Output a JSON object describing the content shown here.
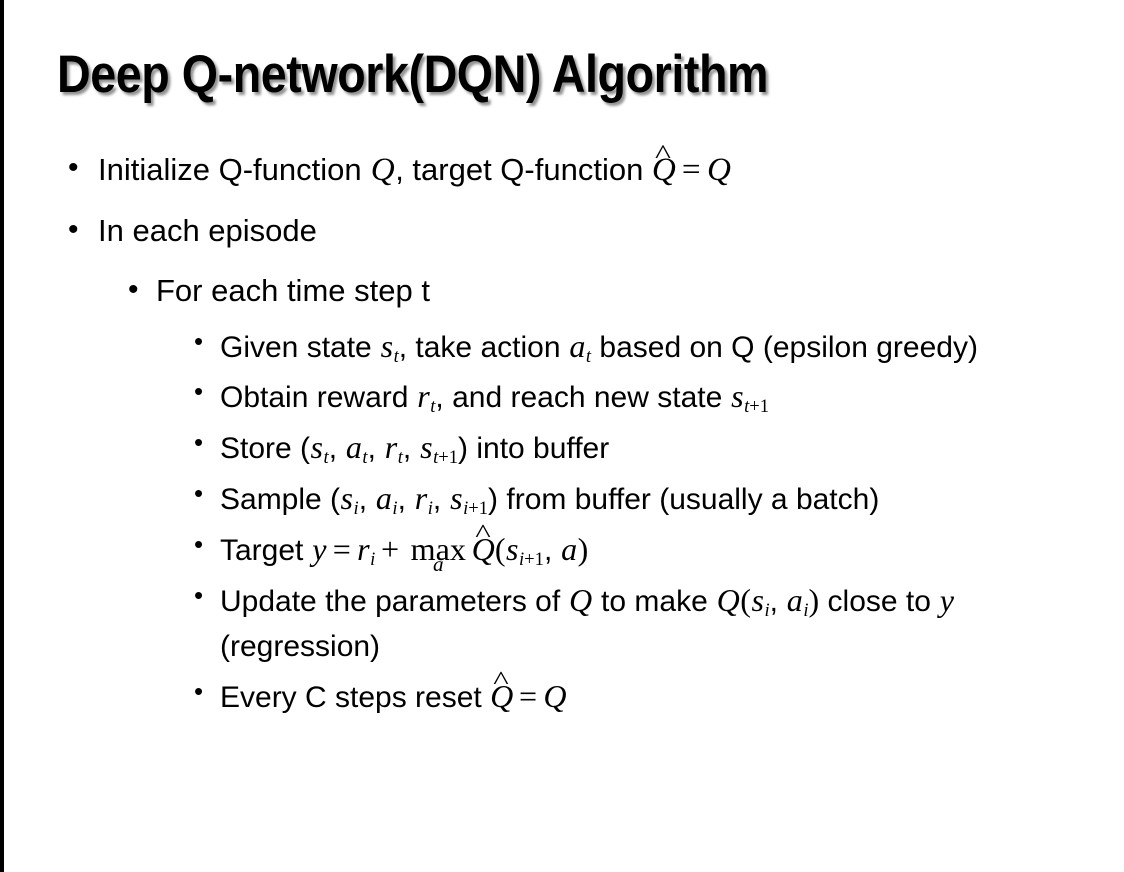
{
  "slide": {
    "title": "Deep Q-network(DQN) Algorithm",
    "background_color": "#ffffff",
    "text_color": "#000000",
    "edge_bar_color": "#000000",
    "bullet_glyph": "•"
  },
  "bullets": {
    "b1": {
      "level": 1,
      "parts": {
        "t1": "Initialize Q-function ",
        "m1": "Q",
        "t2": ", target Q-function ",
        "m2": "Q",
        "hat": "̂",
        "eq": "=",
        "m3": "Q"
      }
    },
    "b2": {
      "level": 1,
      "text": "In each episode"
    },
    "b3": {
      "level": 2,
      "text": "For each time step t"
    },
    "b4": {
      "level": 3,
      "parts": {
        "t1": "Given state ",
        "m1": "s",
        "sub1": "t",
        "t2": ", take action ",
        "m2": "a",
        "sub2": "t",
        "t3": " based on Q (epsilon greedy)"
      }
    },
    "b5": {
      "level": 3,
      "parts": {
        "t1": "Obtain reward ",
        "m1": "r",
        "sub1": "t",
        "t2": ", and reach new state ",
        "m2": "s",
        "sub2t": "t",
        "sub2plus": "+1"
      }
    },
    "b6": {
      "level": 3,
      "parts": {
        "t1": "Store (",
        "m1": "s",
        "sub1": "t",
        "c1": ", ",
        "m2": "a",
        "sub2": "t",
        "c2": ", ",
        "m3": "r",
        "sub3": "t",
        "c3": ", ",
        "m4": "s",
        "sub4t": "t",
        "sub4plus": "+1",
        "t2": ") into buffer"
      }
    },
    "b7": {
      "level": 3,
      "parts": {
        "t1": "Sample (",
        "m1": "s",
        "sub1": "i",
        "c1": ", ",
        "m2": "a",
        "sub2": "i",
        "c2": ", ",
        "m3": "r",
        "sub3": "i",
        "c3": ", ",
        "m4": "s",
        "sub4i": "i",
        "sub4plus": "+1",
        "t2": ") from buffer (usually a batch)"
      }
    },
    "b8": {
      "level": 3,
      "parts": {
        "t1": "Target ",
        "m1": "y",
        "eq": "=",
        "m2": "r",
        "sub2": "i",
        "plus": "+",
        "maxop": "max",
        "maxunder": "a",
        "qhat": "Q",
        "hat": "̂",
        "p1": "(",
        "m3": "s",
        "sub3i": "i",
        "sub3plus": "+1",
        "c1": ", ",
        "m4": "a",
        "p2": ")"
      }
    },
    "b9": {
      "level": 3,
      "parts": {
        "t1": "Update the parameters of ",
        "m1": "Q",
        "t2": " to make ",
        "m2": "Q",
        "p1": "(",
        "m3": "s",
        "sub3": "i",
        "c1": ", ",
        "m4": "a",
        "sub4": "i",
        "p2": ")",
        "t3": " close to ",
        "m5": "y",
        "t4": " (regression)"
      }
    },
    "b10": {
      "level": 3,
      "parts": {
        "t1": "Every C steps reset ",
        "m1": "Q",
        "hat": "̂",
        "eq": "=",
        "m2": "Q"
      }
    }
  }
}
